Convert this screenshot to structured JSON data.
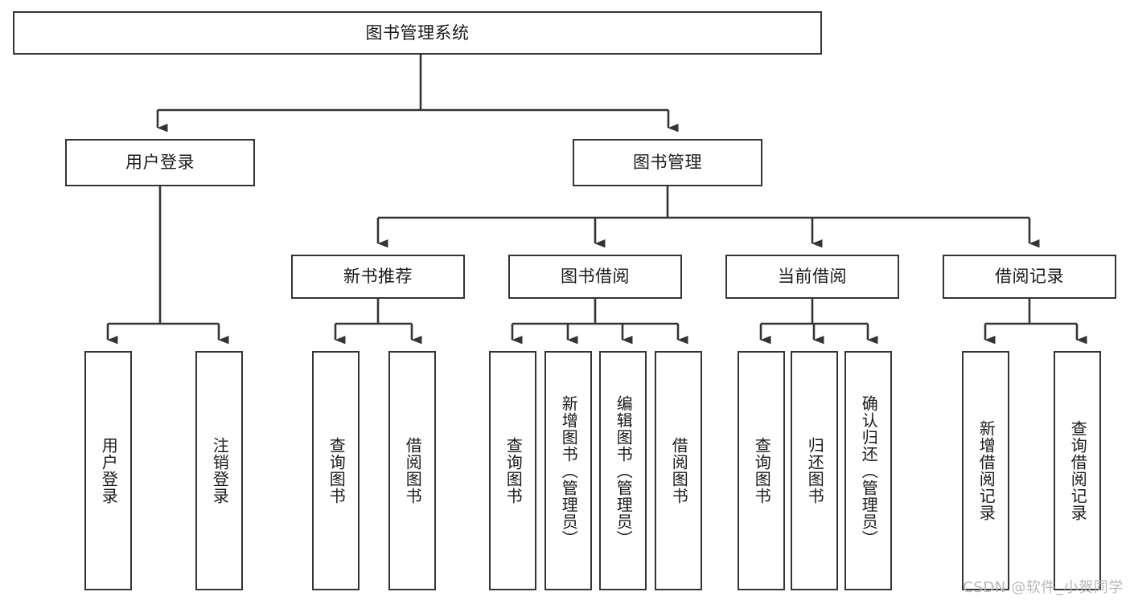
{
  "diagram": {
    "title": "图书管理系统",
    "watermark": "CSDN @软件_小贺同学",
    "line_color": "#343434",
    "box_fill": "#ffffff",
    "text_color": "#1a1a1a",
    "levels": {
      "level1": {
        "label": "图书管理系统"
      },
      "level2": [
        {
          "label": "用户登录"
        },
        {
          "label": "图书管理"
        }
      ],
      "level3": [
        {
          "label": "新书推荐"
        },
        {
          "label": "图书借阅"
        },
        {
          "label": "当前借阅"
        },
        {
          "label": "借阅记录"
        }
      ],
      "leaves": {
        "user_login": [
          {
            "label": "用户登录"
          },
          {
            "label": "注销登录"
          }
        ],
        "new_book_recommend": [
          {
            "label": "查询图书"
          },
          {
            "label": "借阅图书"
          }
        ],
        "book_borrow": [
          {
            "label": "查询图书"
          },
          {
            "label": "新增图书（管理员）"
          },
          {
            "label": "编辑图书（管理员）"
          },
          {
            "label": "借阅图书"
          }
        ],
        "current_borrow": [
          {
            "label": "查询图书"
          },
          {
            "label": "归还图书"
          },
          {
            "label": "确认归还（管理员）"
          }
        ],
        "borrow_record": [
          {
            "label": "新增借阅记录"
          },
          {
            "label": "查询借阅记录"
          }
        ]
      }
    }
  }
}
